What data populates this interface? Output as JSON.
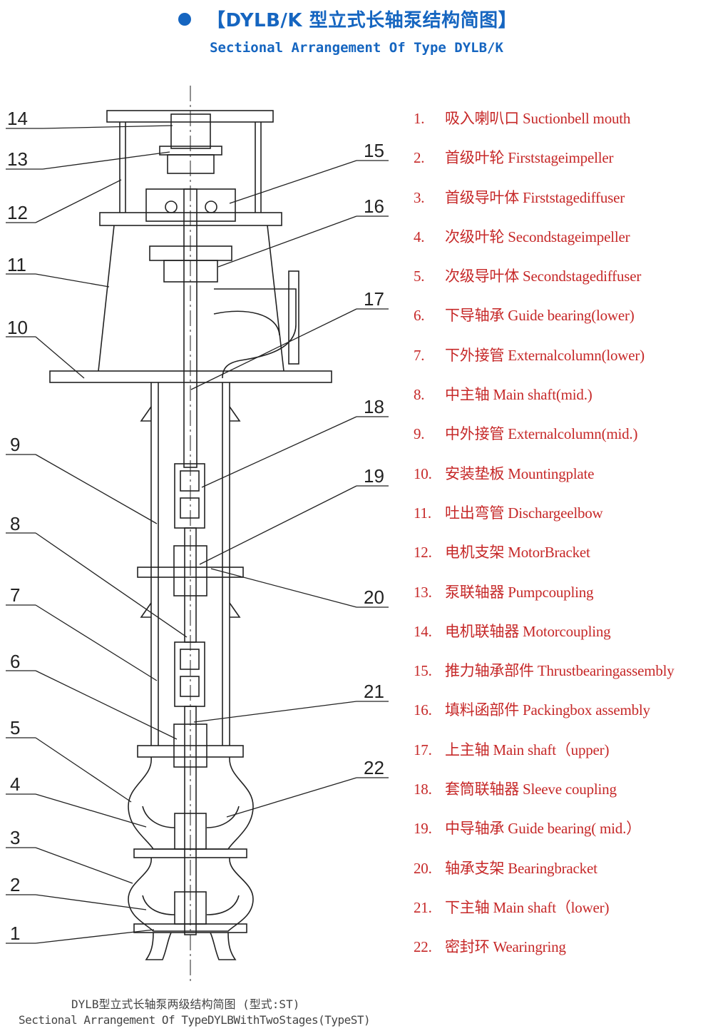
{
  "header": {
    "title": "【DYLB/K 型立式长轴泵结构简图】",
    "subtitle": "Sectional Arrangement Of Type DYLB/K"
  },
  "colors": {
    "accent": "#1565c0",
    "legend_text": "#c62828",
    "line": "#222222"
  },
  "callouts": [
    "14",
    "13",
    "12",
    "11",
    "10",
    "9",
    "8",
    "7",
    "6",
    "5",
    "4",
    "3",
    "2",
    "1",
    "15",
    "16",
    "17",
    "18",
    "19",
    "20",
    "21",
    "22"
  ],
  "legend": [
    {
      "num": "1.",
      "label": "吸入喇叭口 Suctionbell mouth"
    },
    {
      "num": "2.",
      "label": "首级叶轮 Firststageimpeller"
    },
    {
      "num": "3.",
      "label": "首级导叶体 Firststagediffuser"
    },
    {
      "num": "4.",
      "label": "次级叶轮 Secondstageimpeller"
    },
    {
      "num": "5.",
      "label": "次级导叶体 Secondstagediffuser"
    },
    {
      "num": "6.",
      "label": "下导轴承 Guide bearing(lower)"
    },
    {
      "num": "7.",
      "label": "下外接管 Externalcolumn(lower)"
    },
    {
      "num": "8.",
      "label": "中主轴 Main shaft(mid.)"
    },
    {
      "num": "9.",
      "label": "中外接管 Externalcolumn(mid.)"
    },
    {
      "num": "10.",
      "label": "安装垫板 Mountingplate"
    },
    {
      "num": "11.",
      "label": "吐出弯管 Dischargeelbow"
    },
    {
      "num": "12.",
      "label": "电机支架 MotorBracket"
    },
    {
      "num": "13.",
      "label": "泵联轴器 Pumpcoupling"
    },
    {
      "num": "14.",
      "label": "电机联轴器 Motorcoupling"
    },
    {
      "num": "15.",
      "label": "推力轴承部件 Thrustbearingassembly"
    },
    {
      "num": "16.",
      "label": "填料函部件 Packingbox assembly"
    },
    {
      "num": "17.",
      "label": "上主轴 Main shaft（upper)"
    },
    {
      "num": "18.",
      "label": "套筒联轴器 Sleeve coupling"
    },
    {
      "num": "19.",
      "label": "中导轴承 Guide bearing( mid.）"
    },
    {
      "num": "20.",
      "label": "轴承支架 Bearingbracket"
    },
    {
      "num": "21.",
      "label": "下主轴 Main shaft（lower)"
    },
    {
      "num": "22.",
      "label": "密封环 Wearingring"
    }
  ],
  "captions": {
    "cn": "DYLB型立式长轴泵两级结构简图 (型式:ST)",
    "en": "Sectional Arrangement Of TypeDYLBWithTwoStages(TypeST)"
  }
}
